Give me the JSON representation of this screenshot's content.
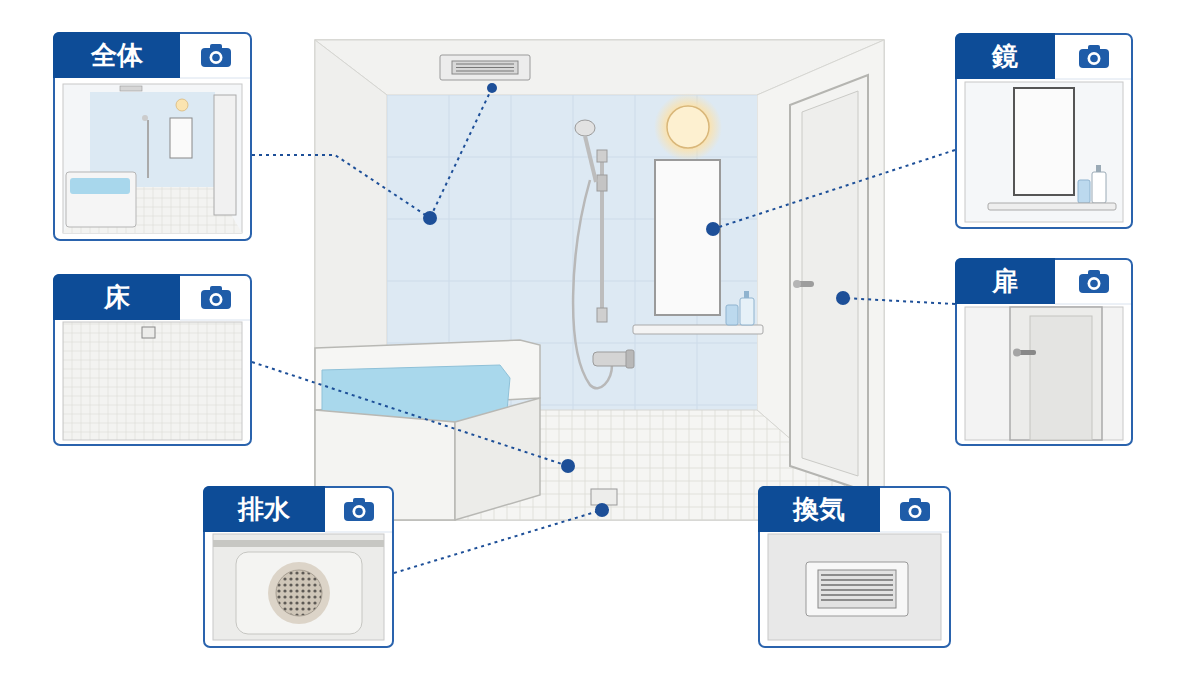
{
  "diagram": {
    "nodes": [
      {
        "text": [
          "全体"
        ]
      },
      {
        "text": [
          "鏡"
        ]
      },
      {
        "text": [
          "床"
        ]
      },
      {
        "text": [
          "扉"
        ]
      },
      {
        "text": [
          "排水"
        ]
      },
      {
        "text": [
          "換気"
        ]
      }
    ]
  }
}
